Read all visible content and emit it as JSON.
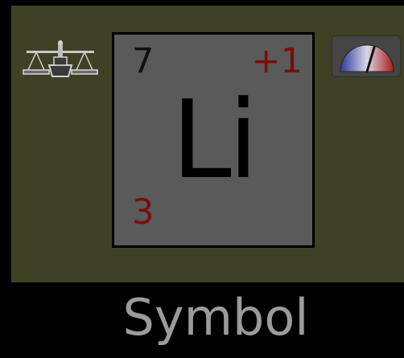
{
  "element": {
    "mass_number": "7",
    "charge": "+1",
    "symbol": "Li",
    "atomic_number": "3"
  },
  "caption": "Symbol",
  "icons": {
    "scale": "balance-scale-icon",
    "gauge": "charge-gauge-icon"
  },
  "colors": {
    "panel_bg": "#3f4125",
    "tile_bg": "#5a5a5a",
    "red_text": "#7a0d0d",
    "caption_text": "#9b9b9b"
  }
}
